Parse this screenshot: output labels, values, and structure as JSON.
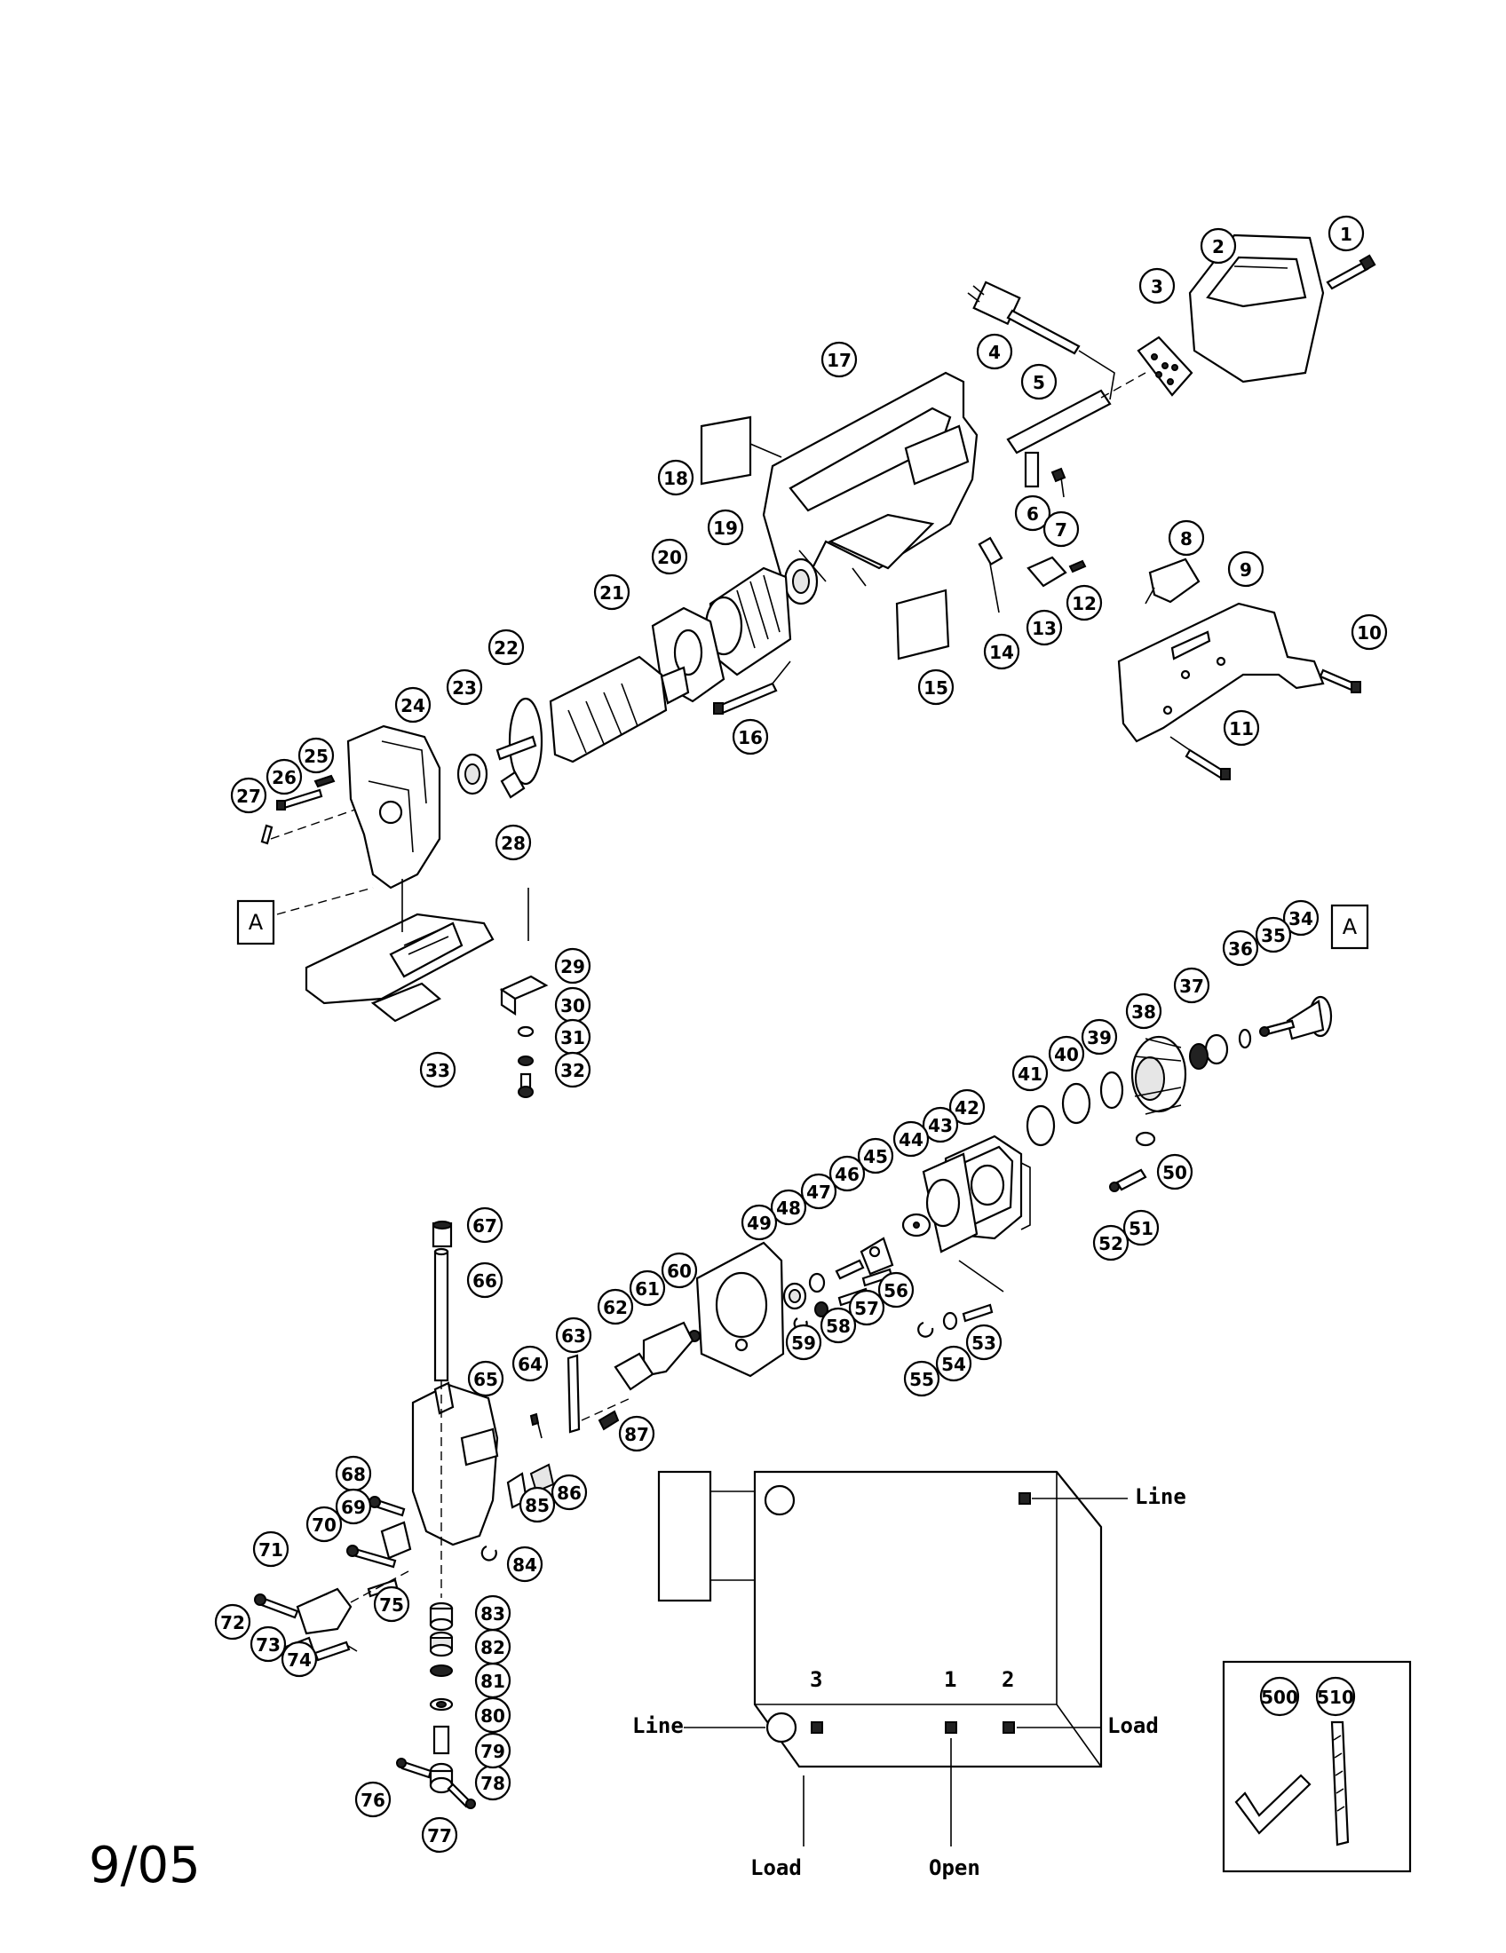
{
  "parts": [
    {
      "id": "1",
      "label": "1"
    },
    {
      "id": "2",
      "label": "2"
    },
    {
      "id": "3",
      "label": "3"
    },
    {
      "id": "4",
      "label": "4"
    },
    {
      "id": "5",
      "label": "5"
    },
    {
      "id": "6",
      "label": "6"
    },
    {
      "id": "7",
      "label": "7"
    },
    {
      "id": "8",
      "label": "8"
    },
    {
      "id": "9",
      "label": "9"
    },
    {
      "id": "10",
      "label": "10"
    },
    {
      "id": "11",
      "label": "11"
    },
    {
      "id": "12",
      "label": "12"
    },
    {
      "id": "13",
      "label": "13"
    },
    {
      "id": "14",
      "label": "14"
    },
    {
      "id": "15",
      "label": "15"
    },
    {
      "id": "16",
      "label": "16"
    },
    {
      "id": "17",
      "label": "17"
    },
    {
      "id": "18",
      "label": "18"
    },
    {
      "id": "19",
      "label": "19"
    },
    {
      "id": "20",
      "label": "20"
    },
    {
      "id": "21",
      "label": "21"
    },
    {
      "id": "22",
      "label": "22"
    },
    {
      "id": "23",
      "label": "23"
    },
    {
      "id": "24",
      "label": "24"
    },
    {
      "id": "25",
      "label": "25"
    },
    {
      "id": "26",
      "label": "26"
    },
    {
      "id": "27",
      "label": "27"
    },
    {
      "id": "28",
      "label": "28"
    },
    {
      "id": "29",
      "label": "29"
    },
    {
      "id": "30",
      "label": "30"
    },
    {
      "id": "31",
      "label": "31"
    },
    {
      "id": "32",
      "label": "32"
    },
    {
      "id": "33",
      "label": "33"
    },
    {
      "id": "34",
      "label": "34"
    },
    {
      "id": "35",
      "label": "35"
    },
    {
      "id": "36",
      "label": "36"
    },
    {
      "id": "37",
      "label": "37"
    },
    {
      "id": "38",
      "label": "38"
    },
    {
      "id": "39",
      "label": "39"
    },
    {
      "id": "40",
      "label": "40"
    },
    {
      "id": "41",
      "label": "41"
    },
    {
      "id": "42",
      "label": "42"
    },
    {
      "id": "43",
      "label": "43"
    },
    {
      "id": "44",
      "label": "44"
    },
    {
      "id": "45",
      "label": "45"
    },
    {
      "id": "46",
      "label": "46"
    },
    {
      "id": "47",
      "label": "47"
    },
    {
      "id": "48",
      "label": "48"
    },
    {
      "id": "49",
      "label": "49"
    },
    {
      "id": "50",
      "label": "50"
    },
    {
      "id": "51",
      "label": "51"
    },
    {
      "id": "52",
      "label": "52"
    },
    {
      "id": "53",
      "label": "53"
    },
    {
      "id": "54",
      "label": "54"
    },
    {
      "id": "55",
      "label": "55"
    },
    {
      "id": "56",
      "label": "56"
    },
    {
      "id": "57",
      "label": "57"
    },
    {
      "id": "58",
      "label": "58"
    },
    {
      "id": "59",
      "label": "59"
    },
    {
      "id": "60",
      "label": "60"
    },
    {
      "id": "61",
      "label": "61"
    },
    {
      "id": "62",
      "label": "62"
    },
    {
      "id": "63",
      "label": "63"
    },
    {
      "id": "64",
      "label": "64"
    },
    {
      "id": "65",
      "label": "65"
    },
    {
      "id": "66",
      "label": "66"
    },
    {
      "id": "67",
      "label": "67"
    },
    {
      "id": "68",
      "label": "68"
    },
    {
      "id": "69",
      "label": "69"
    },
    {
      "id": "70",
      "label": "70"
    },
    {
      "id": "71",
      "label": "71"
    },
    {
      "id": "72",
      "label": "72"
    },
    {
      "id": "73",
      "label": "73"
    },
    {
      "id": "74",
      "label": "74"
    },
    {
      "id": "75",
      "label": "75"
    },
    {
      "id": "76",
      "label": "76"
    },
    {
      "id": "77",
      "label": "77"
    },
    {
      "id": "78",
      "label": "78"
    },
    {
      "id": "79",
      "label": "79"
    },
    {
      "id": "80",
      "label": "80"
    },
    {
      "id": "81",
      "label": "81"
    },
    {
      "id": "82",
      "label": "82"
    },
    {
      "id": "83",
      "label": "83"
    },
    {
      "id": "84",
      "label": "84"
    },
    {
      "id": "85",
      "label": "85"
    },
    {
      "id": "86",
      "label": "86"
    },
    {
      "id": "87",
      "label": "87"
    },
    {
      "id": "500",
      "label": "500"
    },
    {
      "id": "510",
      "label": "510"
    }
  ],
  "reference_marks": {
    "a_left": "A",
    "a_right": "A"
  },
  "wiring": {
    "terminal_3": "3",
    "terminal_1": "1",
    "terminal_2": "2",
    "line_top": "Line",
    "line_left": "Line",
    "load_right": "Load",
    "load_bottom": "Load",
    "open_bottom": "Open"
  },
  "date_stamp": "9/05"
}
